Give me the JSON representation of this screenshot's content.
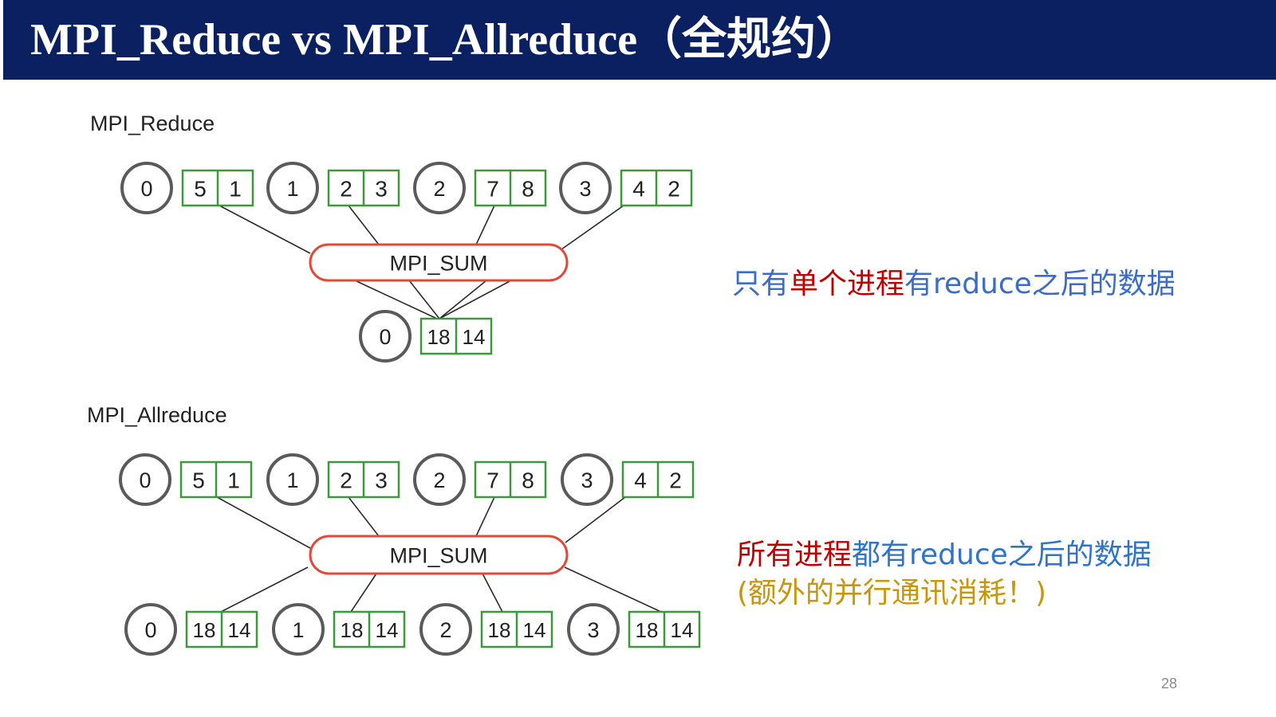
{
  "slide": {
    "title": "MPI_Reduce  vs MPI_Allreduce（全规约）",
    "page_number": "28"
  },
  "diagrams": {
    "reduce": {
      "label": "MPI_Reduce",
      "op_label": "MPI_SUM",
      "inputs": [
        {
          "rank": "0",
          "values": [
            "5",
            "1"
          ]
        },
        {
          "rank": "1",
          "values": [
            "2",
            "3"
          ]
        },
        {
          "rank": "2",
          "values": [
            "7",
            "8"
          ]
        },
        {
          "rank": "3",
          "values": [
            "4",
            "2"
          ]
        }
      ],
      "outputs": [
        {
          "rank": "0",
          "values": [
            "18",
            "14"
          ]
        }
      ]
    },
    "allreduce": {
      "label": "MPI_Allreduce",
      "op_label": "MPI_SUM",
      "inputs": [
        {
          "rank": "0",
          "values": [
            "5",
            "1"
          ]
        },
        {
          "rank": "1",
          "values": [
            "2",
            "3"
          ]
        },
        {
          "rank": "2",
          "values": [
            "7",
            "8"
          ]
        },
        {
          "rank": "3",
          "values": [
            "4",
            "2"
          ]
        }
      ],
      "outputs": [
        {
          "rank": "0",
          "values": [
            "18",
            "14"
          ]
        },
        {
          "rank": "1",
          "values": [
            "18",
            "14"
          ]
        },
        {
          "rank": "2",
          "values": [
            "18",
            "14"
          ]
        },
        {
          "rank": "3",
          "values": [
            "18",
            "14"
          ]
        }
      ]
    }
  },
  "notes": {
    "reduce_note": [
      {
        "text": "只有",
        "color": "#3a6cc8"
      },
      {
        "text": "单个进程",
        "color": "#c00000"
      },
      {
        "text": "有reduce之后的数据",
        "color": "#3a6cc8"
      }
    ],
    "allreduce_note": [
      {
        "text": "所有进程",
        "color": "#c00000"
      },
      {
        "text": "都有reduce之后的数据",
        "color": "#2e74c8"
      }
    ],
    "allreduce_cost": [
      {
        "text": "(额外的并行通讯消耗！)",
        "color": "#c8960a"
      }
    ]
  },
  "colors": {
    "title_bg": "#0a2060",
    "circle_stroke": "#5a5a5a",
    "box_stroke": "#3a9a3a",
    "op_stroke": "#e04a3a",
    "line": "#2a2a2a"
  }
}
